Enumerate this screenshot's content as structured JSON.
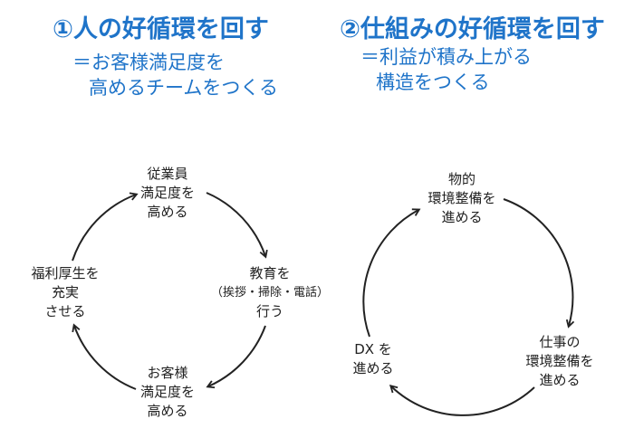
{
  "left": {
    "title": "①人の好循環を回す",
    "subtitle": [
      "＝お客様満足度を",
      "高めるチームをつくる"
    ],
    "nodes": {
      "top": [
        "従業員",
        "満足度を",
        "高める"
      ],
      "right": [
        "教育を",
        "（挨拶・掃除・電話）",
        "行う"
      ],
      "bottom": [
        "お客様",
        "満足度を",
        "高める"
      ],
      "left": [
        "福利厚生を",
        "充実",
        "させる"
      ]
    }
  },
  "right": {
    "title": "②仕組みの好循環を回す",
    "subtitle": [
      "＝利益が積み上がる",
      "構造をつくる"
    ],
    "nodes": {
      "top": [
        "物的",
        "環境整備を",
        "進める"
      ],
      "bottom_right": [
        "仕事の",
        "環境整備を",
        "進める"
      ],
      "left": [
        "DX を",
        "進める"
      ]
    }
  },
  "colors": {
    "accent": "#1f74c9",
    "text": "#222222"
  }
}
